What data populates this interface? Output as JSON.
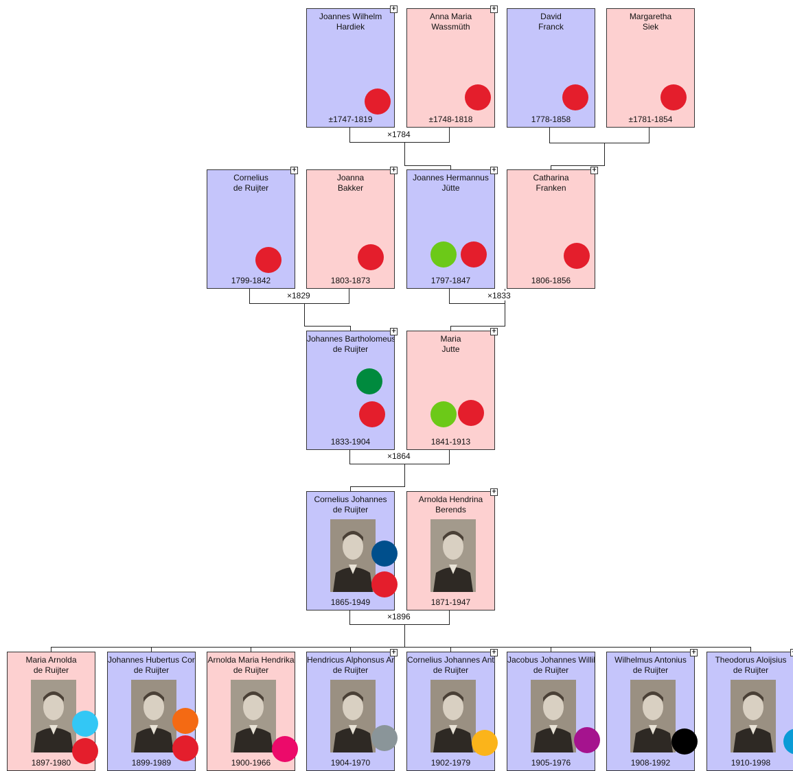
{
  "people": [
    {
      "key": "p1",
      "first": "Joannes Wilhelm",
      "last": "Hardiek",
      "years": "±1747-1819",
      "sex": "m",
      "expand": "+",
      "dots": [
        "#e41e2c"
      ]
    },
    {
      "key": "p2",
      "first": "Anna Maria",
      "last": "Wassmüth",
      "years": "±1748-1818",
      "sex": "f",
      "expand": "+",
      "dots": [
        "#e41e2c"
      ]
    },
    {
      "key": "p3",
      "first": "David",
      "last": "Franck",
      "years": "1778-1858",
      "sex": "m",
      "expand": "",
      "dots": [
        "#e41e2c"
      ]
    },
    {
      "key": "p4",
      "first": "Margaretha",
      "last": "Siek",
      "years": "±1781-1854",
      "sex": "f",
      "expand": "",
      "dots": [
        "#e41e2c"
      ]
    },
    {
      "key": "p5",
      "first": "Cornelius",
      "last": "de Ruijter",
      "years": "1799-1842",
      "sex": "m",
      "expand": "+",
      "dots": [
        "#e41e2c"
      ]
    },
    {
      "key": "p6",
      "first": "Joanna",
      "last": "Bakker",
      "years": "1803-1873",
      "sex": "f",
      "expand": "+",
      "dots": [
        "#e41e2c"
      ]
    },
    {
      "key": "p7",
      "first": "Joannes Hermannus",
      "last": "Jütte",
      "years": "1797-1847",
      "sex": "m",
      "expand": "+",
      "dots": [
        "#6cc918",
        "#e41e2c"
      ]
    },
    {
      "key": "p8",
      "first": "Catharina",
      "last": "Franken",
      "years": "1806-1856",
      "sex": "f",
      "expand": "+",
      "dots": [
        "#e41e2c"
      ]
    },
    {
      "key": "p9",
      "first": "Johannes Bartholomeus",
      "last": "de Ruijter",
      "years": "1833-1904",
      "sex": "m",
      "expand": "+",
      "dots": [
        "#008a3e",
        "#e41e2c"
      ]
    },
    {
      "key": "p10",
      "first": "Maria",
      "last": "Jutte",
      "years": "1841-1913",
      "sex": "f",
      "expand": "+",
      "dots": [
        "#6cc918",
        "#e41e2c"
      ]
    },
    {
      "key": "p11",
      "first": "Cornelius Johannes",
      "last": "de Ruijter",
      "years": "1865-1949",
      "sex": "m",
      "expand": "",
      "photo": true,
      "dots": [
        "#004f8c",
        "#e41e2c"
      ]
    },
    {
      "key": "p12",
      "first": "Arnolda Hendrina",
      "last": "Berends",
      "years": "1871-1947",
      "sex": "f",
      "expand": "+",
      "photo": true,
      "dots": []
    },
    {
      "key": "c1",
      "first": "Maria Arnolda",
      "last": "de Ruijter",
      "years": "1897-1980",
      "sex": "f",
      "expand": "",
      "photo": true,
      "dots": [
        "#33c7f5",
        "#e41e2c"
      ]
    },
    {
      "key": "c2",
      "first": "Johannes Hubertus Corne",
      "last": "de Ruijter",
      "years": "1899-1989",
      "sex": "m",
      "expand": "",
      "photo": true,
      "dots": [
        "#f46a13",
        "#e41e2c"
      ]
    },
    {
      "key": "c3",
      "first": "Arnolda Maria Hendrika",
      "last": "de Ruijter",
      "years": "1900-1966",
      "sex": "f",
      "expand": "",
      "photo": true,
      "dots": [
        "#ec0a6a"
      ]
    },
    {
      "key": "c4",
      "first": "Hendricus Alphonsus Ant",
      "last": "de Ruijter",
      "years": "1904-1970",
      "sex": "m",
      "expand": "+",
      "photo": true,
      "dots": [
        "#8a9599"
      ]
    },
    {
      "key": "c5",
      "first": "Cornelius Johannes Anto",
      "last": "de Ruijter",
      "years": "1902-1979",
      "sex": "m",
      "expand": "+",
      "photo": true,
      "dots": [
        "#fbb41a"
      ]
    },
    {
      "key": "c6",
      "first": "Jacobus Johannes Willib",
      "last": "de Ruijter",
      "years": "1905-1976",
      "sex": "m",
      "expand": "",
      "photo": true,
      "dots": [
        "#a5138e"
      ]
    },
    {
      "key": "c7",
      "first": "Wilhelmus Antonius",
      "last": "de Ruijter",
      "years": "1908-1992",
      "sex": "m",
      "expand": "+",
      "photo": true,
      "dots": [
        "#000000"
      ]
    },
    {
      "key": "c8",
      "first": "Theodorus Aloijsius",
      "last": "de Ruijter",
      "years": "1910-1998",
      "sex": "m",
      "expand": "+",
      "photo": true,
      "dots": [
        "#0a9bd6"
      ]
    }
  ],
  "marriages": [
    {
      "key": "m1",
      "label": "×1784"
    },
    {
      "key": "m2",
      "label": "×1829"
    },
    {
      "key": "m3",
      "label": "×1833"
    },
    {
      "key": "m4",
      "label": "×1864"
    },
    {
      "key": "m5",
      "label": "×1896"
    }
  ],
  "colors": {
    "male_box": "#c5c5fb",
    "female_box": "#fdd0d0"
  }
}
